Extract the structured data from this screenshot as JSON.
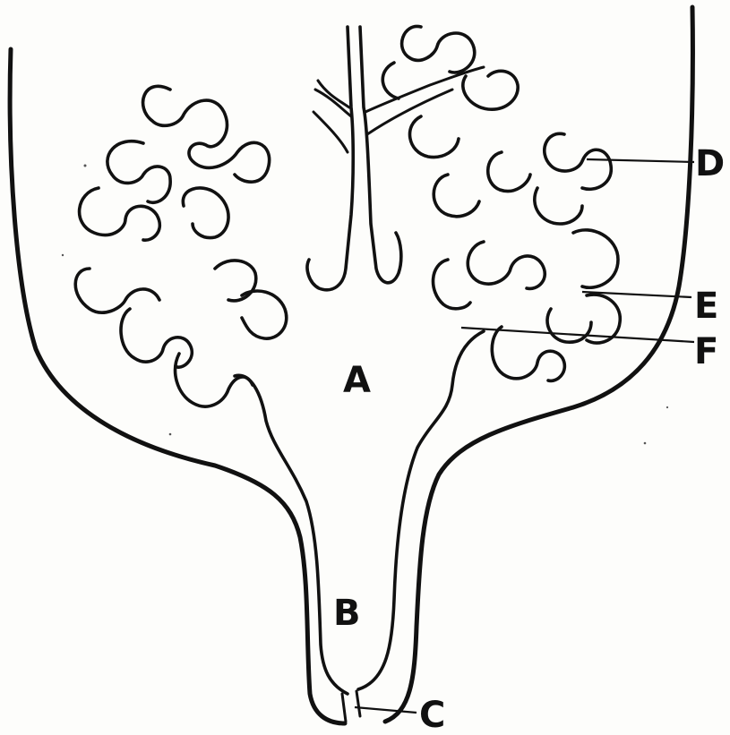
{
  "labels": {
    "A": "A",
    "B": "B",
    "C": "C",
    "D": "D",
    "E": "E",
    "F": "F"
  },
  "colors": {
    "ink": "#111111",
    "paper": "#fdfdfb"
  }
}
